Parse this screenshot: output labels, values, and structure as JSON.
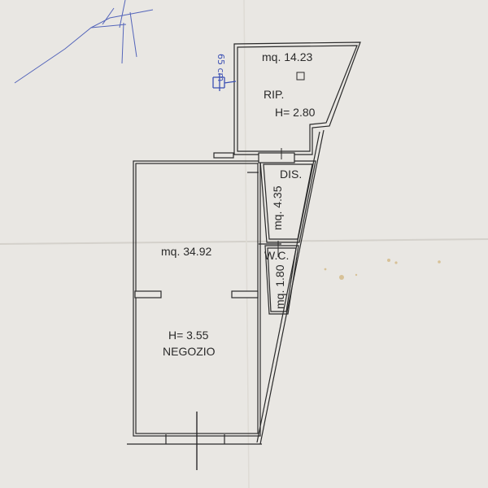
{
  "rooms": {
    "rip": {
      "area": "mq. 14.23",
      "name": "RIP.",
      "height": "H= 2.80"
    },
    "dis": {
      "name": "DIS.",
      "area": "mq. 4.35"
    },
    "wc": {
      "name": "W.C.",
      "area": "mq. 1.80"
    },
    "negozio": {
      "area": "mq. 34.92",
      "height": "H= 3.55",
      "name": "NEGOZIO"
    }
  },
  "annotation": {
    "handwritten": "65 cm"
  },
  "colors": {
    "paper": "#e9e7e3",
    "ink": "#2a2a2a",
    "pen": "#3b4fb3",
    "stain": "#c9a35a"
  }
}
